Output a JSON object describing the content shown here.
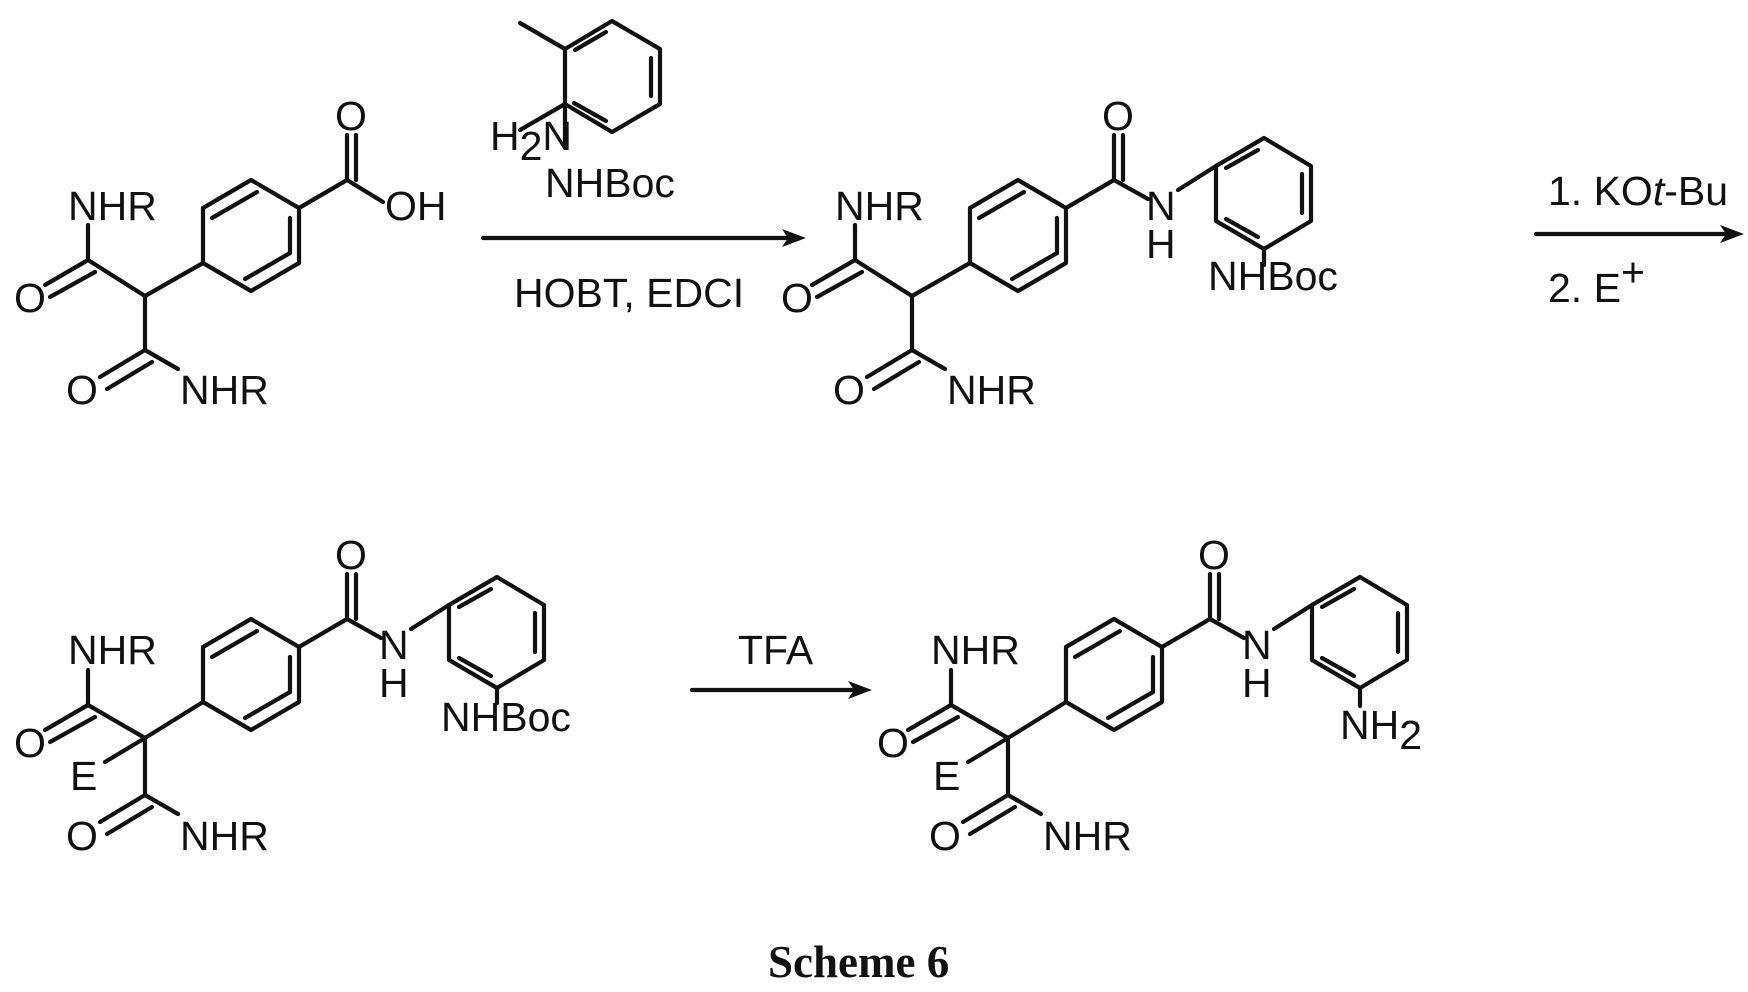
{
  "labels": {
    "nhr": "NHR",
    "o": "O",
    "oh": "OH",
    "h": "H",
    "n": "N",
    "nhboc": "NHBoc",
    "e": "E",
    "h2n": "H",
    "h2n_sub": "2",
    "h2n_n": "N",
    "nh2": "NH",
    "nh2_sub": "2"
  },
  "conditions": {
    "step1_reagent_below": "HOBT, EDCI",
    "step2_line1_a": "1. KO",
    "step2_line1_b": "t",
    "step2_line1_c": "-Bu",
    "step2_line2": "2. E",
    "step2_line2_sup": "+",
    "step3": "TFA"
  },
  "caption": "Scheme 6"
}
